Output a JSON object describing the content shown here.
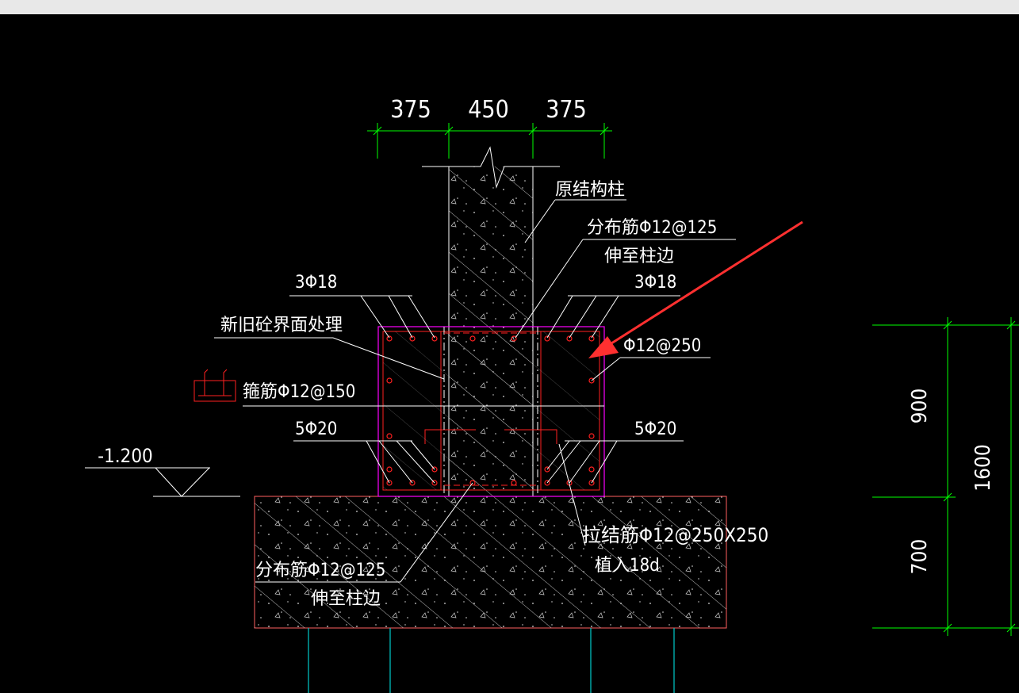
{
  "dimensions_top": [
    "375",
    "450",
    "375"
  ],
  "dimensions_right": {
    "upper": "900",
    "lower": "700",
    "total": "1600"
  },
  "elevation": "-1.200",
  "labels": {
    "original_column": "原结构柱",
    "dist_rebar_top_1": "分布筋Φ12@125",
    "dist_rebar_top_2": "伸至柱边",
    "top_left_bars": "3Φ18",
    "top_right_bars": "3Φ18",
    "interface": "新旧砼界面处理",
    "side_bar": "Φ12@250",
    "stirrup": "箍筋Φ12@150",
    "bottom_left_bars": "5Φ20",
    "bottom_right_bars": "5Φ20",
    "tie_bar_1": "拉结筋Φ12@250X250",
    "tie_bar_2": "植入18d",
    "dist_rebar_bottom_1": "分布筋Φ12@125",
    "dist_rebar_bottom_2": "伸至柱边"
  },
  "colors": {
    "background": "#000000",
    "lines": "#ffffff",
    "dimension": "#00ff00",
    "rebar": "#ff2020",
    "outline_magenta": "#ff00ff",
    "concrete_edge": "#ff6060",
    "pile": "#00cccc",
    "arrow": "#ff3030"
  }
}
